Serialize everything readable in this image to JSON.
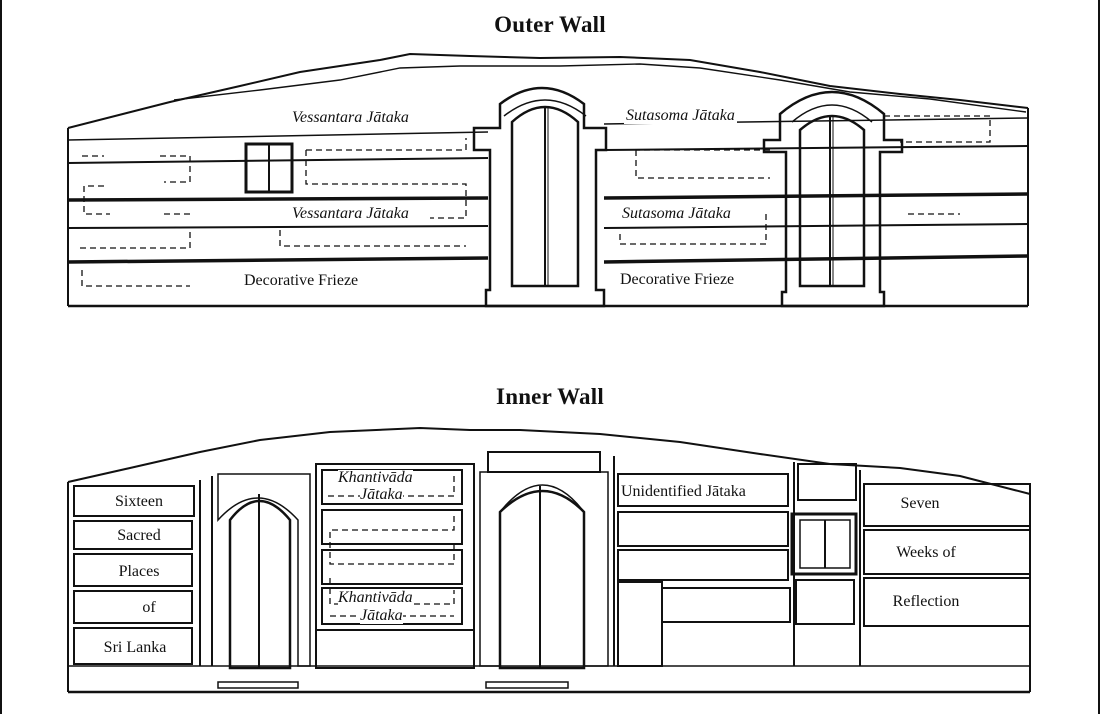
{
  "outer_wall": {
    "title": "Outer Wall",
    "labels": {
      "vessantara_top": "Vessantara Jātaka",
      "vessantara_mid": "Vessantara Jātaka",
      "sutasoma_top": "Sutasoma Jātaka",
      "sutasoma_mid": "Sutasoma Jātaka",
      "frieze_left": "Decorative Frieze",
      "frieze_right": "Decorative Frieze"
    }
  },
  "inner_wall": {
    "title": "Inner Wall",
    "labels": {
      "khantivada_top_1": "Khantivāda",
      "khantivada_top_2": "Jātaka",
      "khantivada_bottom_1": "Khantivāda",
      "khantivada_bottom_2": "Jātaka",
      "unidentified": "Unidentified Jātaka",
      "sixteen": "Sixteen",
      "sacred": "Sacred",
      "places": "Places",
      "of": "of",
      "sri_lanka": "Sri Lanka",
      "seven": "Seven",
      "weeks_of": "Weeks of",
      "reflection": "Reflection"
    }
  }
}
